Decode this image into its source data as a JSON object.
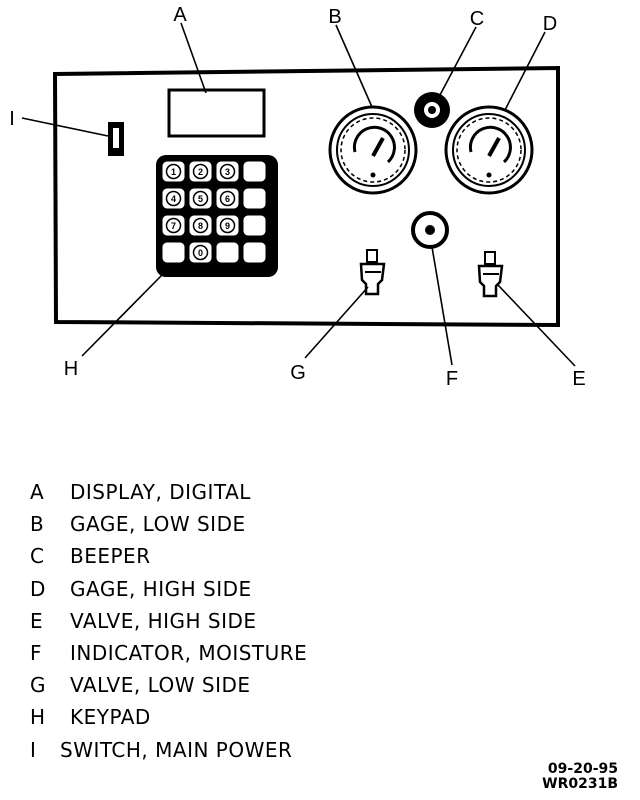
{
  "callouts": [
    "A",
    "B",
    "C",
    "D",
    "E",
    "F",
    "G",
    "H",
    "I"
  ],
  "legend": [
    {
      "key": "A",
      "text": "DISPLAY, DIGITAL"
    },
    {
      "key": "B",
      "text": "GAGE, LOW SIDE"
    },
    {
      "key": "C",
      "text": "BEEPER"
    },
    {
      "key": "D",
      "text": "GAGE, HIGH SIDE"
    },
    {
      "key": "E",
      "text": "VALVE, HIGH SIDE"
    },
    {
      "key": "F",
      "text": "INDICATOR, MOISTURE"
    },
    {
      "key": "G",
      "text": "VALVE, LOW SIDE"
    },
    {
      "key": "H",
      "text": "KEYPAD"
    },
    {
      "key": "I",
      "text": "SWITCH, MAIN POWER"
    }
  ],
  "keypad_keys": [
    "1",
    "2",
    "3",
    "",
    "4",
    "5",
    "6",
    "",
    "7",
    "8",
    "9",
    "",
    "",
    "0",
    "",
    ""
  ],
  "stamp": {
    "date": "09-20-95",
    "code": "WR0231B"
  }
}
